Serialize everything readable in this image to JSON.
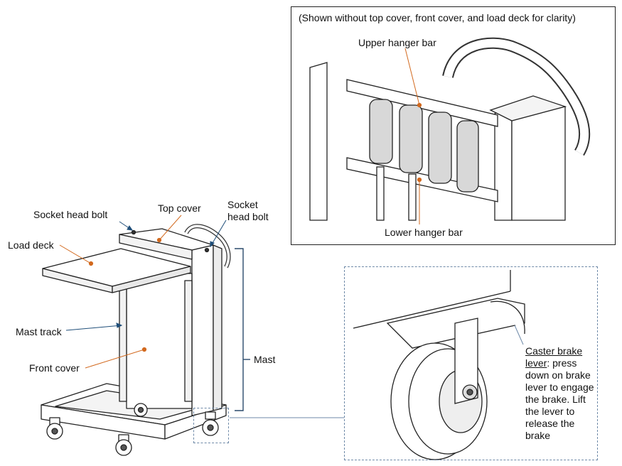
{
  "labels": {
    "socket_head_bolt_left": "Socket head bolt",
    "top_cover": "Top cover",
    "socket_head_bolt_right_line1": "Socket",
    "socket_head_bolt_right_line2": "head bolt",
    "load_deck": "Load deck",
    "mast_track": "Mast track",
    "front_cover": "Front cover",
    "mast": "Mast"
  },
  "upper_inset": {
    "caption": "(Shown without top cover, front cover, and load deck for clarity)",
    "upper_hanger_bar": "Upper hanger bar",
    "lower_hanger_bar": "Lower hanger bar"
  },
  "lower_inset": {
    "title": "Caster brake lever",
    "body": "press down on brake lever to engage the brake. Lift the lever to release the brake"
  },
  "colors": {
    "callout_dot": "#d2691e",
    "leader_blue": "#1f4e79",
    "bracket": "#2a4a6b",
    "dash_box": "#6f8aa8",
    "line": "#222222"
  }
}
